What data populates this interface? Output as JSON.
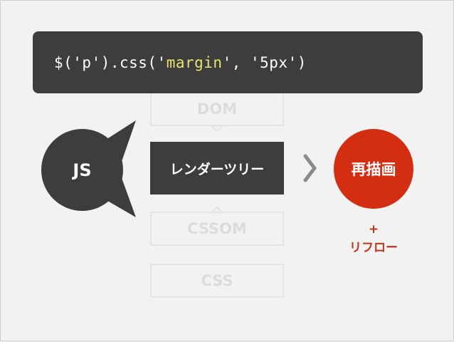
{
  "code": {
    "prefix": "$('p').css('",
    "keyword": "margin",
    "suffix": "', '5px')"
  },
  "boxes": {
    "dom": "DOM",
    "render_tree": "レンダーツリー",
    "cssom": "CSSOM",
    "css": "CSS"
  },
  "js_label": "JS",
  "repaint_label": "再描画",
  "note": {
    "plus": "+",
    "reflow": "リフロー"
  },
  "colors": {
    "dark": "#3d3d3d",
    "accent_red": "#d42e12",
    "code_keyword": "#e8e36a",
    "faded": "#e4e4e4"
  }
}
